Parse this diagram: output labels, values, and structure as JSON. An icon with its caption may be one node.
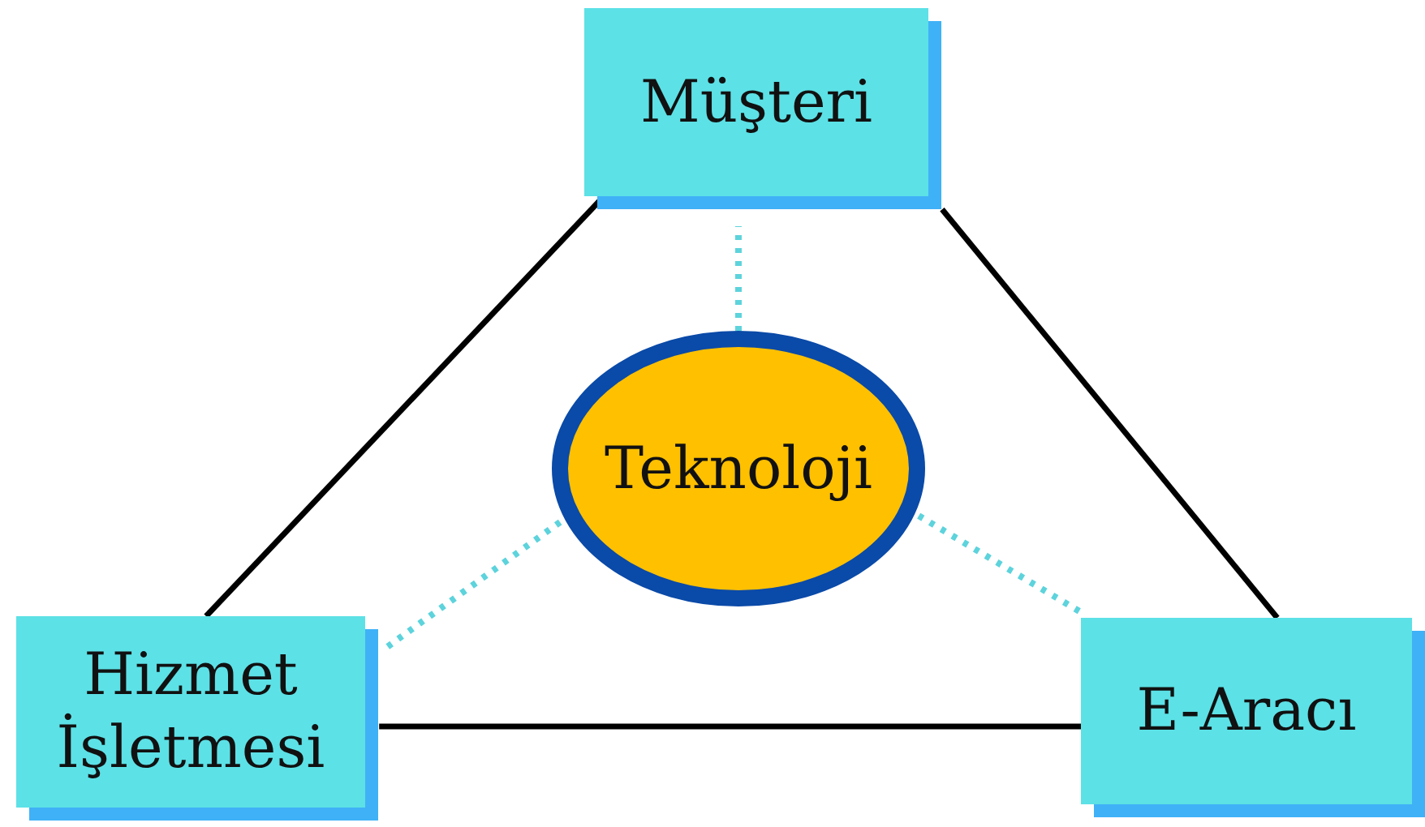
{
  "diagram": {
    "nodes": [
      {
        "text": [
          "Müşteri"
        ]
      },
      {
        "text": [
          "Teknoloji"
        ]
      },
      {
        "text": [
          "Hizmet İşletmesi"
        ]
      },
      {
        "text": [
          "E-Aracı"
        ]
      }
    ],
    "edges": [
      {
        "from": 0,
        "to": 2,
        "arrow": "none"
      },
      {
        "from": 0,
        "to": 3,
        "arrow": "none"
      },
      {
        "from": 2,
        "to": 3,
        "arrow": "none"
      },
      {
        "from": 1,
        "to": 0,
        "arrow": "none",
        "style": "dashed",
        "color": "#5dd3dc"
      },
      {
        "from": 1,
        "to": 2,
        "arrow": "none",
        "style": "dashed",
        "color": "#5dd3dc"
      },
      {
        "from": 1,
        "to": 3,
        "arrow": "none",
        "style": "dashed",
        "color": "#5dd3dc"
      }
    ]
  }
}
